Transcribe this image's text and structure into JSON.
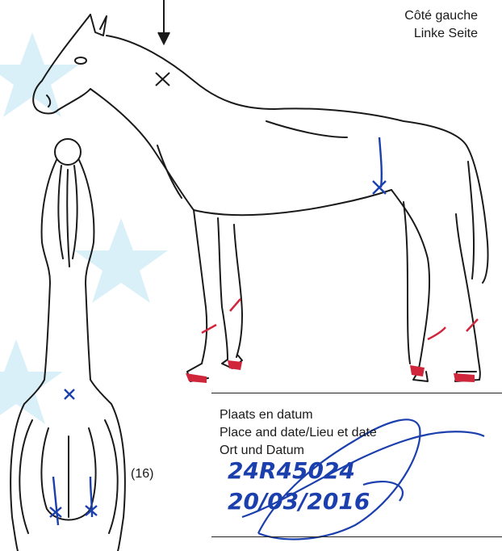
{
  "side_labels": {
    "line1": "Côté gauche",
    "line2": "Linke Seite"
  },
  "reference": "(16)",
  "signature_block": {
    "line1": "Plaats en datum",
    "line2": "Place and date/Lieu et date",
    "line3": "Ort und Datum",
    "handwritten_code": "24R45024",
    "handwritten_date": "20/03/2016"
  },
  "colors": {
    "ink_black": "#1a1a1a",
    "ink_blue": "#1c3fae",
    "ink_red": "#d0263c",
    "watermark_blue": "#d6eef8"
  }
}
